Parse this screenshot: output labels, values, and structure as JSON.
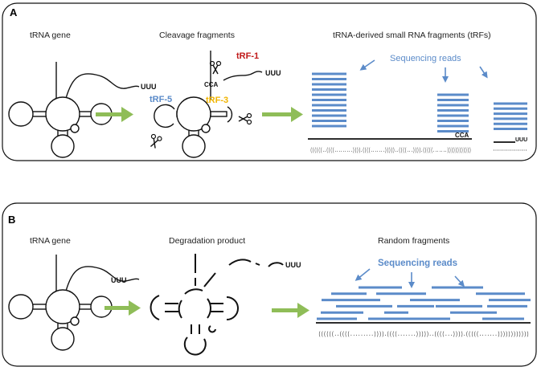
{
  "panel_a": {
    "letter": "A",
    "titles": {
      "gene": "tRNA gene",
      "cleavage": "Cleavage fragments",
      "trfs": "tRNA-derived small RNA fragments (tRFs)"
    },
    "seq_label": "Sequencing reads",
    "uuu": "UUU",
    "cca": "CCA",
    "trf1": "tRF-1",
    "trf5": "tRF-5",
    "trf3": "tRF-3",
    "structure_text": "((((((..((((.........)))).((((.......)))))..((((...)))).(((((.......))))))))))))",
    "small_uuu": "UUU",
    "colors": {
      "seq": "#5b8bc9",
      "trf1": "#c01818",
      "trf3": "#f0b400",
      "arrow": "#8fbd58"
    }
  },
  "panel_b": {
    "letter": "B",
    "titles": {
      "gene": "tRNA gene",
      "degradation": "Degradation product",
      "random": "Random fragments"
    },
    "seq_label": "Sequencing reads",
    "uuu": "UUU",
    "structure_text": "((((((..((((.........)))).((((.......)))))..((((...)))).(((((.......))))))))))))"
  }
}
